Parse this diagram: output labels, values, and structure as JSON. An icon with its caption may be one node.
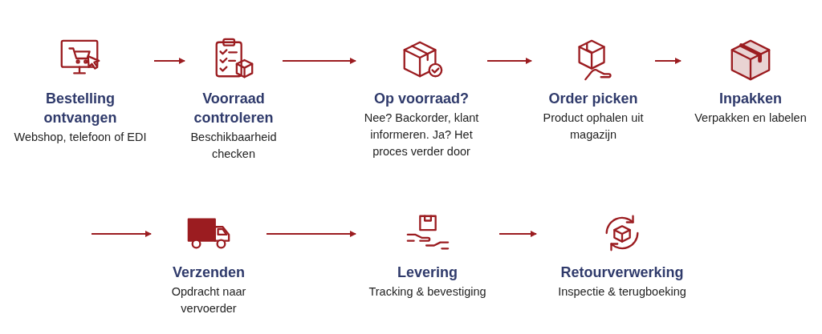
{
  "diagram": {
    "nodes": [
      {
        "text": [
          "Bestelling ontvangen",
          "Webshop, telefoon of EDI"
        ]
      },
      {
        "text": [
          "Voorraad controleren",
          "Beschikbaarheid checken"
        ]
      },
      {
        "text": [
          "Op voorraad?",
          "Nee? Backorder, klant informeren. Ja? Het proces verder door"
        ]
      },
      {
        "text": [
          "Order picken",
          "Product ophalen uit magazijn"
        ]
      },
      {
        "text": [
          "Inpakken",
          "Verpakken en labelen"
        ]
      },
      {
        "text": [
          "Verzenden",
          "Opdracht naar vervoerder"
        ]
      },
      {
        "text": [
          "Levering",
          "Tracking & bevestiging"
        ]
      },
      {
        "text": [
          "Retourverwerking",
          "Inspectie & terugboeking"
        ]
      }
    ],
    "edges": [
      {
        "from": 0,
        "to": 1,
        "arrow": "to"
      },
      {
        "from": 1,
        "to": 2,
        "arrow": "to"
      },
      {
        "from": 2,
        "to": 3,
        "arrow": "to"
      },
      {
        "from": 3,
        "to": 4,
        "arrow": "to"
      },
      {
        "from": null,
        "to": 5,
        "arrow": "to"
      },
      {
        "from": 5,
        "to": 6,
        "arrow": "to"
      },
      {
        "from": 6,
        "to": 7,
        "arrow": "to"
      }
    ]
  }
}
